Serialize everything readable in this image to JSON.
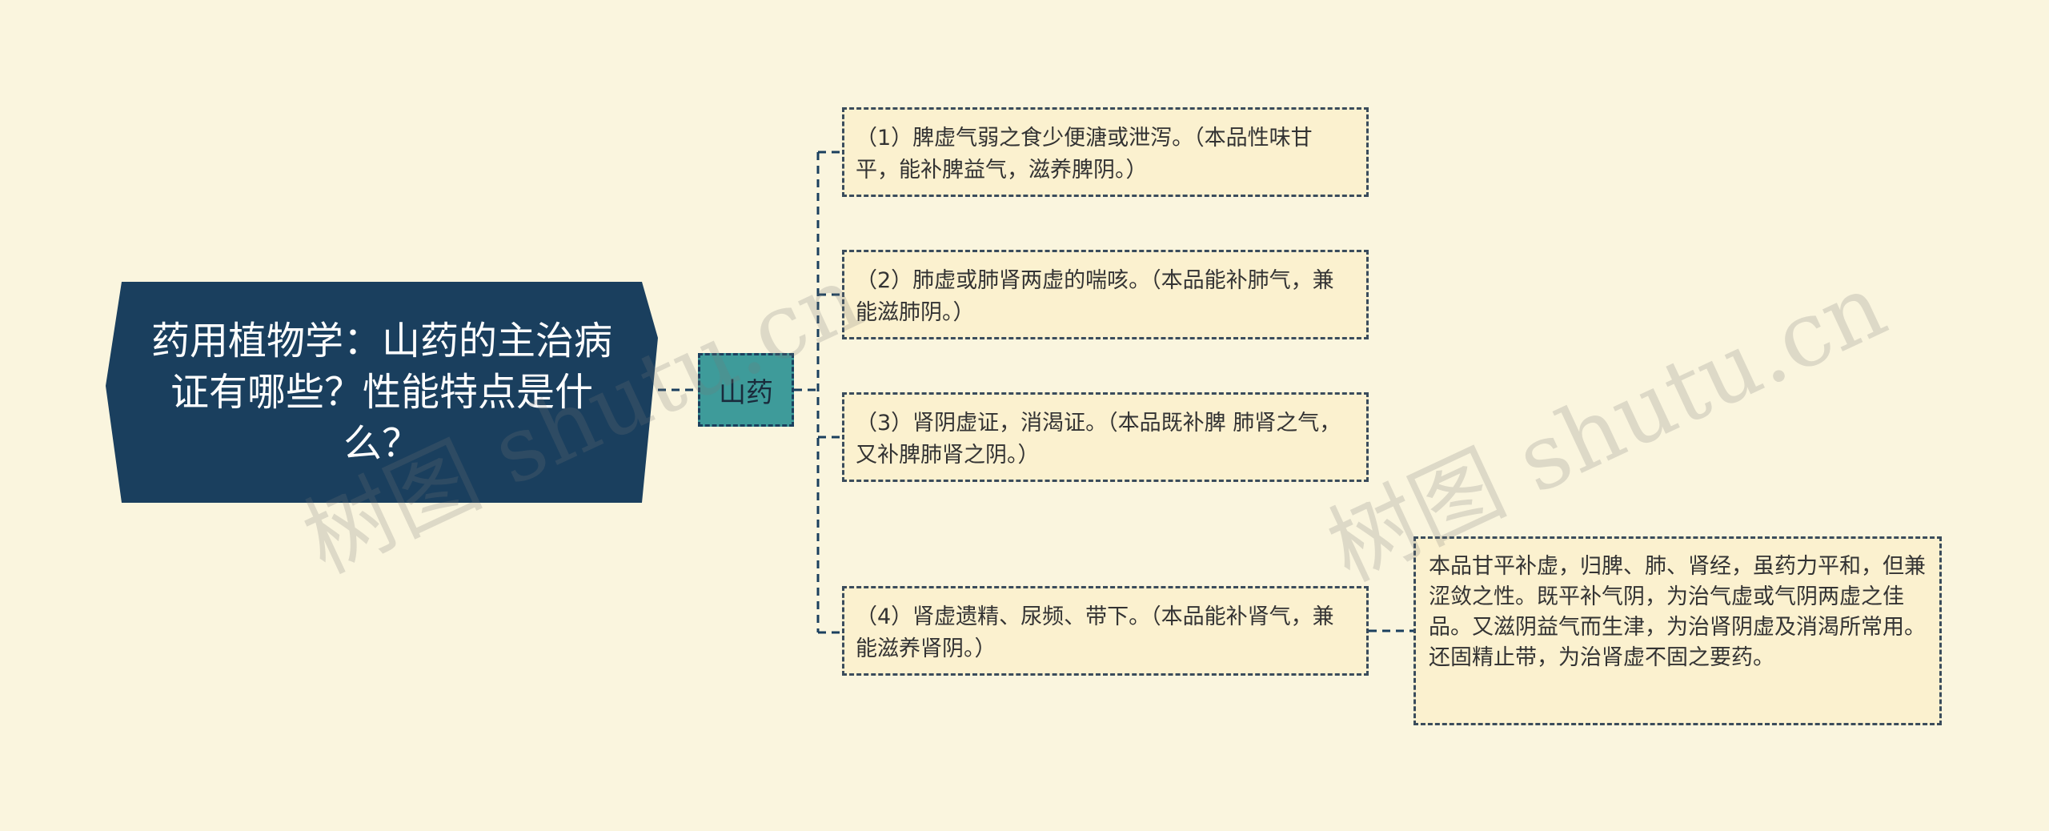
{
  "watermark": {
    "text": "树图 shutu.cn"
  },
  "root": {
    "title": "药用植物学：山药的主治病证有哪些？性能特点是什么？"
  },
  "topic": {
    "label": "山药"
  },
  "items": [
    {
      "text": "（1）脾虚气弱之食少便溏或泄泻。（本品性味甘平，能补脾益气，滋养脾阴。）"
    },
    {
      "text": "（2）肺虚或肺肾两虚的喘咳。（本品能补肺气，兼能滋肺阴。）"
    },
    {
      "text": "（3）肾阴虚证，消渴证。（本品既补脾 肺肾之气，又补脾肺肾之阴。）"
    },
    {
      "text": "（4）肾虚遗精、尿频、带下。（本品能补肾气，兼能滋养肾阴。）"
    }
  ],
  "note": {
    "text": "本品甘平补虚，归脾、肺、肾经，虽药力平和，但兼涩敛之性。既平补气阴，为治气虚或气阴两虚之佳品。又滋阴益气而生津，为治肾阴虚及消渴所常用。还固精止带，为治肾虚不固之要药。"
  },
  "colors": {
    "background": "#faf5de",
    "root_fill": "#1a3f5e",
    "topic_fill": "#3e9b9a",
    "leaf_fill": "#fbf1cf",
    "connector": "#1a3f5e"
  }
}
